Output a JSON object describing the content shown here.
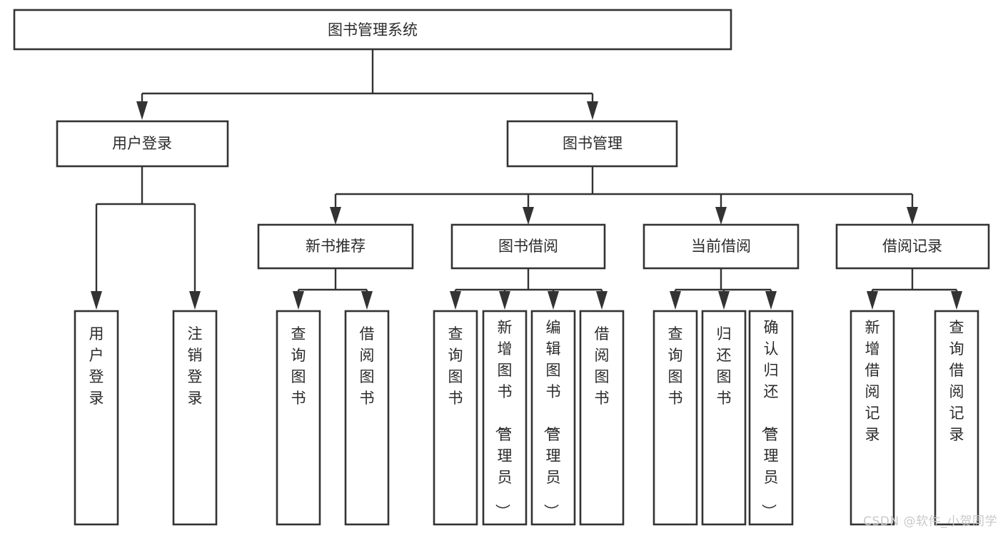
{
  "diagram": {
    "type": "tree-hierarchy",
    "title": "图书管理系统",
    "orientation": "top-down",
    "colors": {
      "box_stroke": "#333333",
      "box_fill": "#ffffff",
      "text": "#2b2b2b",
      "connector": "#333333",
      "background": "#ffffff",
      "watermark": "#c9c9c9"
    },
    "root": {
      "label": "图书管理系统"
    },
    "level2": [
      {
        "label": "用户登录"
      },
      {
        "label": "图书管理"
      }
    ],
    "level3": [
      {
        "label": "新书推荐"
      },
      {
        "label": "图书借阅"
      },
      {
        "label": "当前借阅"
      },
      {
        "label": "借阅记录"
      }
    ],
    "leaves": {
      "user_login": [
        {
          "label": "用户登录"
        },
        {
          "label": "注销登录"
        }
      ],
      "new_book_recommend": [
        {
          "label": "查询图书"
        },
        {
          "label": "借阅图书"
        }
      ],
      "book_borrow": [
        {
          "label": "查询图书"
        },
        {
          "label": "新增图书（管理员）"
        },
        {
          "label": "编辑图书（管理员）"
        },
        {
          "label": "借阅图书"
        }
      ],
      "current_borrow": [
        {
          "label": "查询图书"
        },
        {
          "label": "归还图书"
        },
        {
          "label": "确认归还（管理员）"
        }
      ],
      "borrow_record": [
        {
          "label": "新增借阅记录"
        },
        {
          "label": "查询借阅记录"
        }
      ]
    }
  },
  "watermark": {
    "text": "CSDN @软件_小贺同学"
  }
}
